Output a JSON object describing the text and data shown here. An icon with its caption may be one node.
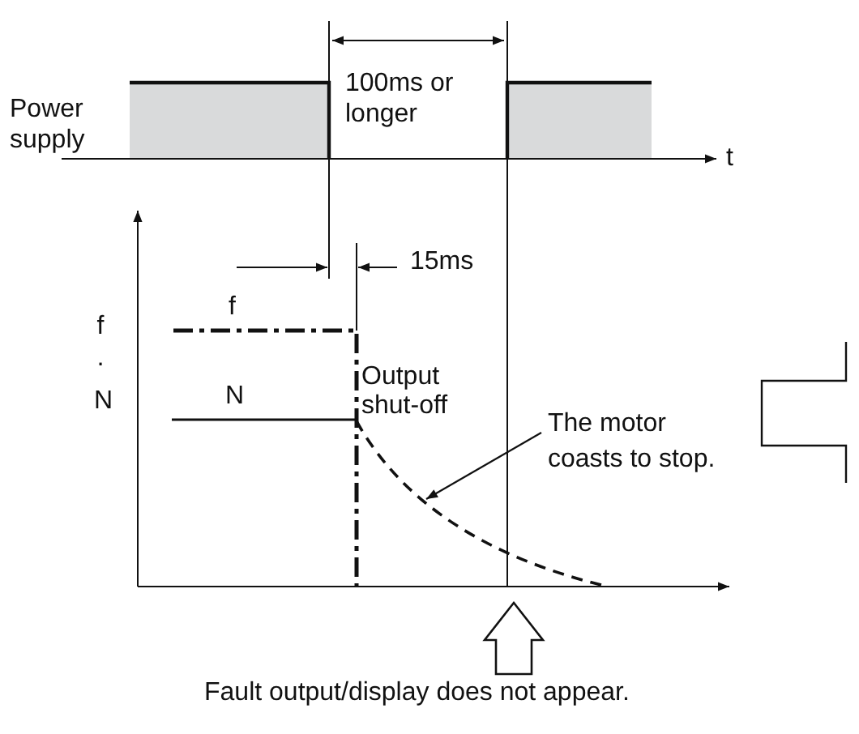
{
  "diagram": {
    "nodes": [
      {
        "text": [
          "The motor coasts to stop."
        ]
      },
      {
        "text": [],
        "shape": "curve"
      }
    ],
    "edges": [
      {
        "from": 0,
        "to": 1,
        "arrow": "to"
      }
    ],
    "labels": [
      "Power supply",
      "100ms or longer",
      "t",
      "15ms",
      "f",
      "f · N",
      "N",
      "Output shut-off",
      "Fault output/display does not appear."
    ]
  }
}
